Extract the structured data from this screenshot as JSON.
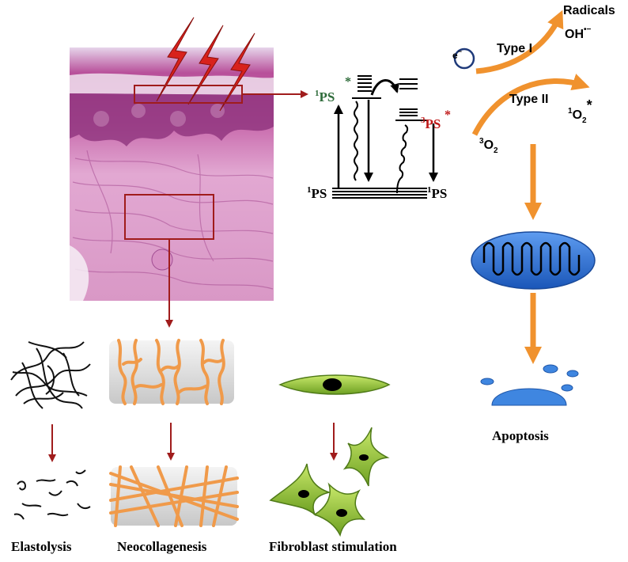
{
  "labels": {
    "ps_singlet_excited": "1PS",
    "ps_triplet_excited": "3PS",
    "ps_ground_left": "1PS",
    "ps_ground_right": "1PS",
    "star": "*",
    "radicals": "Radicals",
    "hydroxyl": "OH•−",
    "electron": "e−",
    "type1": "Type I",
    "type2": "Type II",
    "singlet_oxygen": "1O2*",
    "triplet_oxygen": "3O2",
    "apoptosis": "Apoptosis",
    "elastolysis": "Elastolysis",
    "neocollagenesis": "Neocollagenesis",
    "fibroblast": "Fibroblast stimulation"
  },
  "colors": {
    "dark_red": "#a01c1c",
    "orange": "#f0922e",
    "singlet_green": "#2e6b3a",
    "triplet_red": "#c01818",
    "lightning": "#d8221c",
    "mito_blue": "#2b6fd1",
    "fibroblast_green": "#9ccb3a",
    "tissue_pink": "#d58cc0"
  }
}
